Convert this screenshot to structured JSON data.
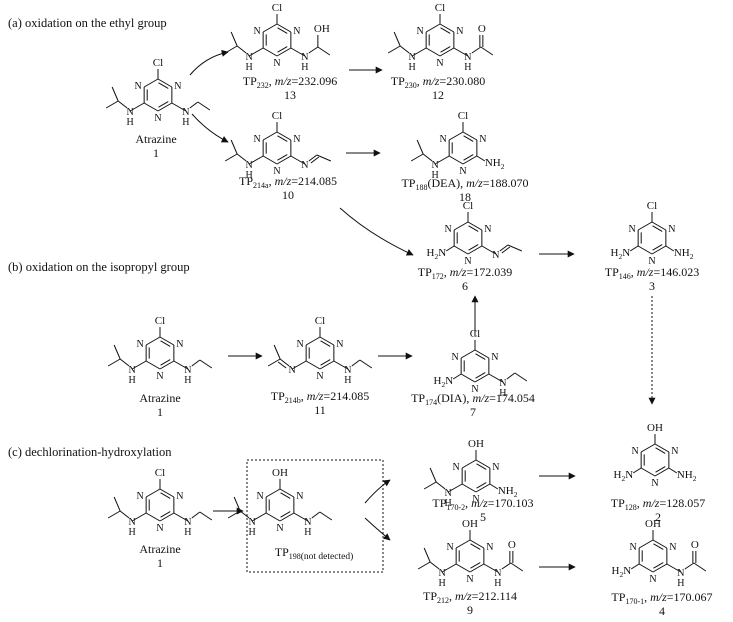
{
  "sections": [
    {
      "label": "(a) oxidation on the ethyl group"
    },
    {
      "label": "(b) oxidation on the isopropyl group"
    },
    {
      "label": "(c) dechlorination-hydroxylation"
    }
  ],
  "atom_labels": {
    "cl": "Cl",
    "oh": "OH",
    "n": "N",
    "h": "H",
    "nh2": "NH",
    "h2n": "H",
    "two": "2",
    "o": "O"
  },
  "compounds": [
    {
      "key": "c1a",
      "name": "Atrazine",
      "number": "1"
    },
    {
      "key": "c13",
      "tp": "TP",
      "sub": "232",
      "mz": "m/z",
      "value": "=232.096",
      "number": "13"
    },
    {
      "key": "c12",
      "tp": "TP",
      "sub": "230",
      "mz": "m/z",
      "value": "=230.080",
      "number": "12"
    },
    {
      "key": "c10",
      "tp": "TP",
      "sub": "214a",
      "mz": "m/z",
      "value": "=214.085",
      "number": "10"
    },
    {
      "key": "c18",
      "tp": "TP",
      "sub": "188",
      "extra": "(DEA), ",
      "mz": "m/z",
      "value": "=188.070",
      "number": "18"
    },
    {
      "key": "c6",
      "tp": "TP",
      "sub": "172",
      "mz": "m/z",
      "value": "=172.039",
      "number": "6"
    },
    {
      "key": "c3",
      "tp": "TP",
      "sub": "146",
      "mz": "m/z",
      "value": "=146.023",
      "number": "3"
    },
    {
      "key": "c1b",
      "name": "Atrazine",
      "number": "1"
    },
    {
      "key": "c11",
      "tp": "TP",
      "sub": "214b",
      "mz": "m/z",
      "value": "=214.085",
      "number": "11"
    },
    {
      "key": "c7",
      "tp": "TP",
      "sub": "174",
      "extra": "(DIA), ",
      "mz": "m/z",
      "value": "=174.054",
      "number": "7"
    },
    {
      "key": "c1c",
      "name": "Atrazine",
      "number": "1"
    },
    {
      "key": "c198",
      "tp": "TP",
      "sub": "198",
      "note": "(not detected)"
    },
    {
      "key": "c5",
      "tp": "TP",
      "sub": "170-2",
      "mz": "m/z",
      "value": "=170.103",
      "number": "5"
    },
    {
      "key": "c2",
      "tp": "TP",
      "sub": "128",
      "mz": "m/z",
      "value": "=128.057",
      "number": "2"
    },
    {
      "key": "c9",
      "tp": "TP",
      "sub": "212",
      "mz": "m/z",
      "value": "=212.114",
      "number": "9"
    },
    {
      "key": "c4",
      "tp": "TP",
      "sub": "170-1",
      "mz": "m/z",
      "value": "=170.067",
      "number": "4"
    }
  ]
}
